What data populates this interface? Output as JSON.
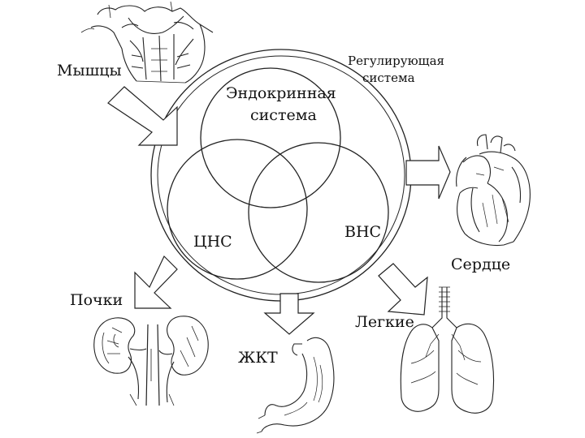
{
  "labels": {
    "muscles": "Мышцы",
    "regulating_1": "Регулирующая",
    "regulating_2": "система",
    "endocrine_1": "Эндокринная",
    "endocrine_2": "система",
    "cns": "ЦНС",
    "ans": "ВНС",
    "heart": "Сердце",
    "kidneys": "Почки",
    "lungs": "Легкие",
    "gi": "ЖКТ"
  },
  "icons": {
    "muscles": "muscle-torso-icon",
    "heart": "heart-icon",
    "kidneys": "kidneys-icon",
    "stomach": "stomach-icon",
    "lungs": "lungs-icon"
  },
  "colors": {
    "ink": "#222222",
    "background": "#ffffff"
  }
}
